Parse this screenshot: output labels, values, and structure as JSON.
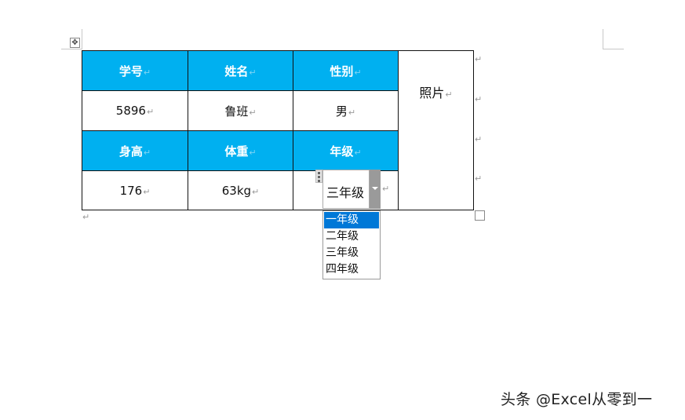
{
  "paragraph_mark": "↵",
  "table_handle_icon": "✥",
  "table": {
    "headers_row1": [
      "学号",
      "姓名",
      "性别"
    ],
    "values_row1": [
      "5896",
      "鲁班",
      "男"
    ],
    "headers_row2": [
      "身高",
      "体重",
      "年级"
    ],
    "values_row2": [
      "176",
      "63kg"
    ],
    "photo_label": "照片"
  },
  "dropdown": {
    "selected_value": "三年级",
    "options": [
      "一年级",
      "二年级",
      "三年级",
      "四年级"
    ],
    "highlighted_index": 0
  },
  "watermark": "头条 @Excel从零到一",
  "colors": {
    "header_bg": "#00b0f0",
    "selection": "#0078d7"
  }
}
